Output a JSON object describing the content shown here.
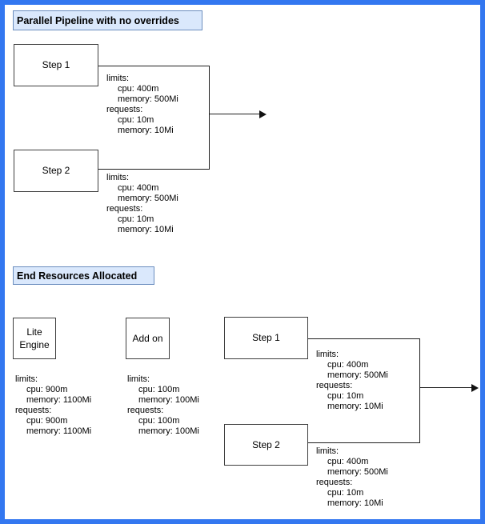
{
  "colors": {
    "frame_border": "#3377F0",
    "title_fill": "#DAE8FC",
    "title_border": "#6C8EBF",
    "shape_stroke": "#3F3F3F"
  },
  "pipeline": {
    "title": "Parallel Pipeline with no overrides",
    "step1": {
      "label": "Step 1",
      "resources": [
        "limits:",
        "cpu: 400m",
        "memory: 500Mi",
        "requests:",
        "cpu: 10m",
        "memory: 10Mi"
      ]
    },
    "step2": {
      "label": "Step 2",
      "resources": [
        "limits:",
        "cpu: 400m",
        "memory: 500Mi",
        "requests:",
        "cpu: 10m",
        "memory: 10Mi"
      ]
    }
  },
  "end_resources": {
    "title": "End Resources Allocated",
    "lite_engine": {
      "label": "Lite Engine",
      "resources": [
        "limits:",
        "cpu: 900m",
        "memory: 1100Mi",
        "requests:",
        "cpu: 900m",
        "memory: 1100Mi"
      ]
    },
    "add_on": {
      "label": "Add on",
      "resources": [
        "limits:",
        "cpu: 100m",
        "memory: 100Mi",
        "requests:",
        "cpu: 100m",
        "memory: 100Mi"
      ]
    },
    "step1": {
      "label": "Step 1",
      "resources": [
        "limits:",
        "cpu: 400m",
        "memory: 500Mi",
        "requests:",
        "cpu: 10m",
        "memory: 10Mi"
      ]
    },
    "step2": {
      "label": "Step 2",
      "resources": [
        "limits:",
        "cpu: 400m",
        "memory: 500Mi",
        "requests:",
        "cpu: 10m",
        "memory: 10Mi"
      ]
    }
  }
}
